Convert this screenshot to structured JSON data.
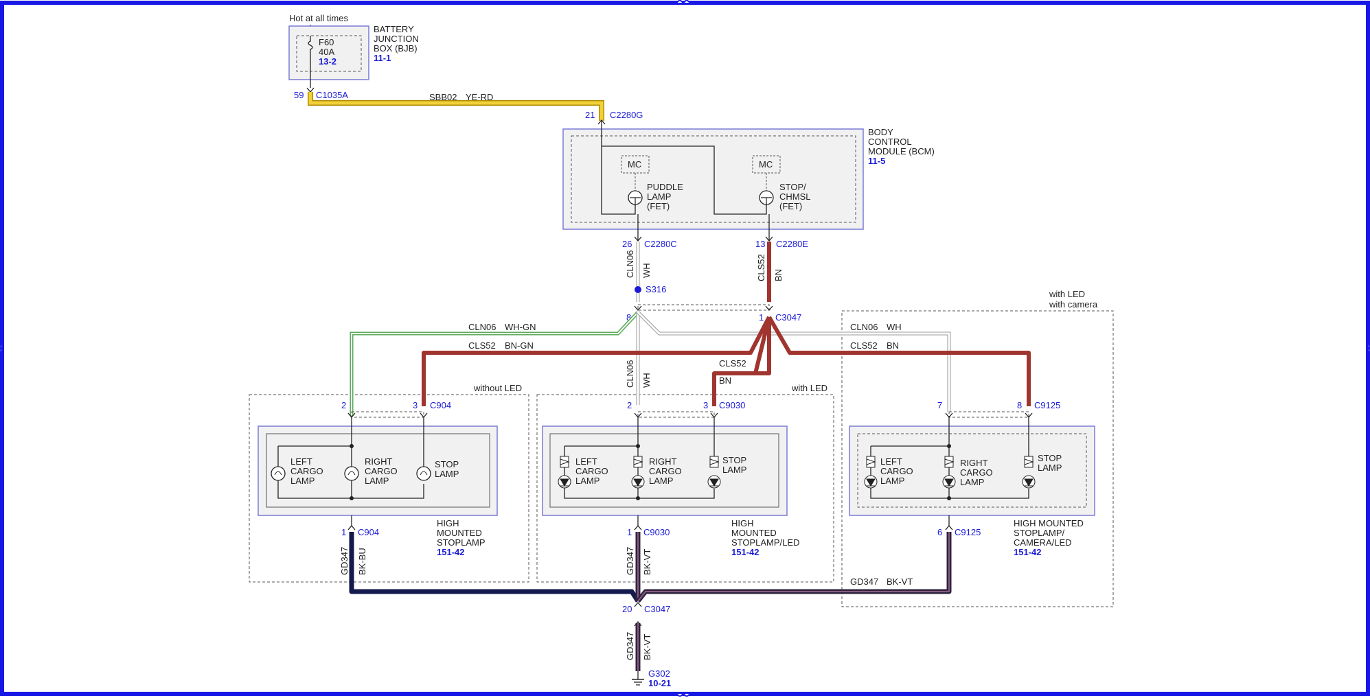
{
  "colors": {
    "frame": "#1818e6",
    "pin": "#1a1ad6",
    "sbb02": "#e8c020",
    "cls52": "#a0352f",
    "gd347": "#3a2a4a",
    "cln06": "#c8c8c8",
    "cln06_wh_gn": "#5aaa5a",
    "module_fill": "#f1f1f1",
    "module_border": "#7a7ad6"
  },
  "battery": {
    "hot_label": "Hot at all times",
    "fuse_id": "F60",
    "fuse_rating": "40A",
    "fuse_ref": "13-2",
    "name_1": "BATTERY",
    "name_2": "JUNCTION",
    "name_3": "BOX (BJB)",
    "ref": "11-1",
    "pin": "59",
    "connector": "C1035A"
  },
  "wire_sbb02": {
    "circuit": "SBB02",
    "color": "YE-RD"
  },
  "bcm": {
    "name_1": "BODY",
    "name_2": "CONTROL",
    "name_3": "MODULE (BCM)",
    "ref": "11-5",
    "in_pin": "21",
    "in_connector": "C2280G",
    "mc_left": "MC",
    "mc_right": "MC",
    "puddle_1": "PUDDLE",
    "puddle_2": "LAMP",
    "puddle_3": "(FET)",
    "stop_1": "STOP/",
    "stop_2": "CHMSL",
    "stop_3": "(FET)",
    "out1_pin": "26",
    "out1_connector": "C2280C",
    "out2_pin": "13",
    "out2_connector": "C2280E"
  },
  "wires": {
    "cln06": "CLN06",
    "wh": "WH",
    "cls52": "CLS52",
    "bn": "BN",
    "wh_gn": "WH-GN",
    "bn_gn": "BN-GN",
    "gd347": "GD347",
    "bk_bu": "BK-BU",
    "bk_vt": "BK-VT"
  },
  "splice": {
    "id": "S316"
  },
  "c3047_top": {
    "pin_left": "8",
    "pin_right": "1",
    "connector": "C3047"
  },
  "c3047_bottom": {
    "pin": "20",
    "connector": "C3047"
  },
  "ground": {
    "id": "G302",
    "ref": "10-21"
  },
  "variants": {
    "without_led": "without LED",
    "with_led": "with LED",
    "with_led_camera_1": "with LED",
    "with_led_camera_2": "with camera"
  },
  "lamp_a": {
    "pin_a": "2",
    "pin_b": "3",
    "connector_top": "C904",
    "ground_pin": "1",
    "ground_connector": "C904",
    "name_1": "HIGH",
    "name_2": "MOUNTED",
    "name_3": "STOPLAMP",
    "ref": "151-42",
    "left_1": "LEFT",
    "left_2": "CARGO",
    "left_3": "LAMP",
    "right_1": "RIGHT",
    "right_2": "CARGO",
    "right_3": "LAMP",
    "stop_1": "STOP",
    "stop_2": "LAMP"
  },
  "lamp_b": {
    "pin_a": "2",
    "pin_b": "3",
    "connector_top": "C9030",
    "ground_pin": "1",
    "ground_connector": "C9030",
    "name_1": "HIGH",
    "name_2": "MOUNTED",
    "name_3": "STOPLAMP/LED",
    "ref": "151-42",
    "left_1": "LEFT",
    "left_2": "CARGO",
    "left_3": "LAMP",
    "right_1": "RIGHT",
    "right_2": "CARGO",
    "right_3": "LAMP",
    "stop_1": "STOP",
    "stop_2": "LAMP"
  },
  "lamp_c": {
    "pin_a": "7",
    "pin_b": "8",
    "connector_top": "C9125",
    "ground_pin": "6",
    "ground_connector": "C9125",
    "name_1": "HIGH MOUNTED",
    "name_2": "STOPLAMP/",
    "name_3": "CAMERA/LED",
    "ref": "151-42",
    "left_1": "LEFT",
    "left_2": "CARGO",
    "left_3": "LAMP",
    "right_1": "RIGHT",
    "right_2": "CARGO",
    "right_3": "LAMP",
    "stop_1": "STOP",
    "stop_2": "LAMP"
  }
}
